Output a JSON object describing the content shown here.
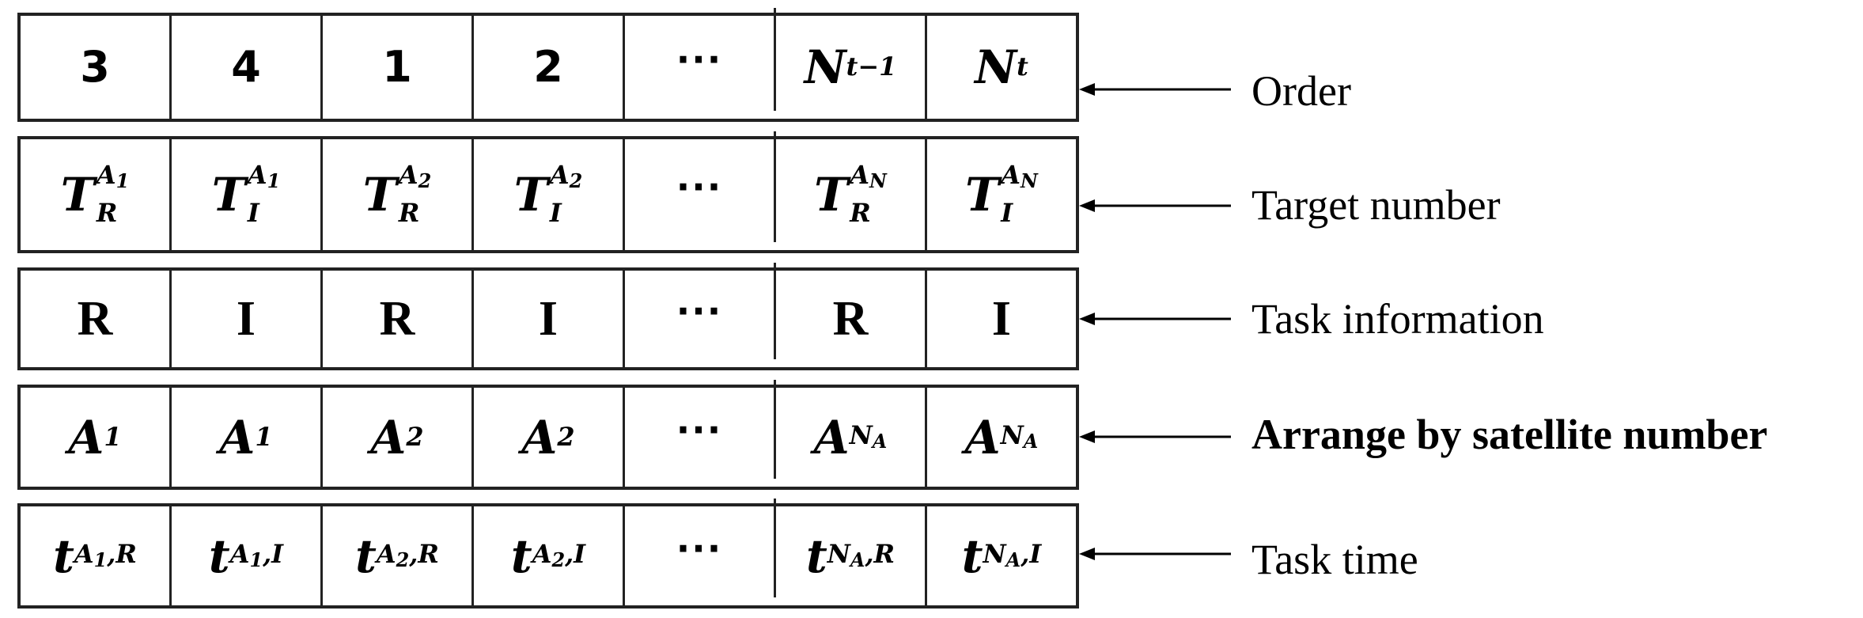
{
  "rows": [
    {
      "label": "Order",
      "label_bold": false,
      "cells": [
        {
          "kind": "num",
          "text": "3"
        },
        {
          "kind": "num",
          "text": "4"
        },
        {
          "kind": "num",
          "text": "1"
        },
        {
          "kind": "num",
          "text": "2"
        },
        {
          "kind": "dots",
          "text": "···"
        },
        {
          "kind": "sub",
          "base": "N",
          "sub": "t−1"
        },
        {
          "kind": "sub",
          "base": "N",
          "sub": "t"
        }
      ]
    },
    {
      "label": "Target number",
      "label_bold": false,
      "cells": [
        {
          "kind": "supsub",
          "base": "T",
          "sup": "A",
          "supsub": "1",
          "sub": "R"
        },
        {
          "kind": "supsub",
          "base": "T",
          "sup": "A",
          "supsub": "1",
          "sub": "I"
        },
        {
          "kind": "supsub",
          "base": "T",
          "sup": "A",
          "supsub": "2",
          "sub": "R"
        },
        {
          "kind": "supsub",
          "base": "T",
          "sup": "A",
          "supsub": "2",
          "sub": "I"
        },
        {
          "kind": "dots",
          "text": "···"
        },
        {
          "kind": "supsub",
          "base": "T",
          "sup": "A",
          "supsub": "N",
          "supsubsub": "A",
          "sub": "R"
        },
        {
          "kind": "supsub",
          "base": "T",
          "sup": "A",
          "supsub": "N",
          "supsubsub": "A",
          "sub": "I"
        }
      ]
    },
    {
      "label": "Task information",
      "label_bold": false,
      "cells": [
        {
          "kind": "letter",
          "text": "R"
        },
        {
          "kind": "letter",
          "text": "I"
        },
        {
          "kind": "letter",
          "text": "R"
        },
        {
          "kind": "letter",
          "text": "I"
        },
        {
          "kind": "dots",
          "text": "···"
        },
        {
          "kind": "letter",
          "text": "R"
        },
        {
          "kind": "letter",
          "text": "I"
        }
      ]
    },
    {
      "label": "Arrange by satellite number",
      "label_bold": true,
      "cells": [
        {
          "kind": "sub",
          "base": "A",
          "sub": "1"
        },
        {
          "kind": "sub",
          "base": "A",
          "sub": "1"
        },
        {
          "kind": "sub",
          "base": "A",
          "sub": "2"
        },
        {
          "kind": "sub",
          "base": "A",
          "sub": "2"
        },
        {
          "kind": "dots",
          "text": "···"
        },
        {
          "kind": "subsub",
          "base": "A",
          "sub": "N",
          "subsub": "A"
        },
        {
          "kind": "subsub",
          "base": "A",
          "sub": "N",
          "subsub": "A"
        }
      ]
    },
    {
      "label": "Task time",
      "label_bold": false,
      "cells": [
        {
          "kind": "tsub",
          "base": "t",
          "a": "A",
          "an": "1",
          "tail": ",R"
        },
        {
          "kind": "tsub",
          "base": "t",
          "a": "A",
          "an": "1",
          "tail": ",I"
        },
        {
          "kind": "tsub",
          "base": "t",
          "a": "A",
          "an": "2",
          "tail": ",R"
        },
        {
          "kind": "tsub",
          "base": "t",
          "a": "A",
          "an": "2",
          "tail": ",I"
        },
        {
          "kind": "dots",
          "text": "···"
        },
        {
          "kind": "tsub",
          "base": "t",
          "a": "N",
          "an": "A",
          "tail": ",R"
        },
        {
          "kind": "tsub",
          "base": "t",
          "a": "N",
          "an": "A",
          "tail": ",I"
        }
      ]
    }
  ]
}
